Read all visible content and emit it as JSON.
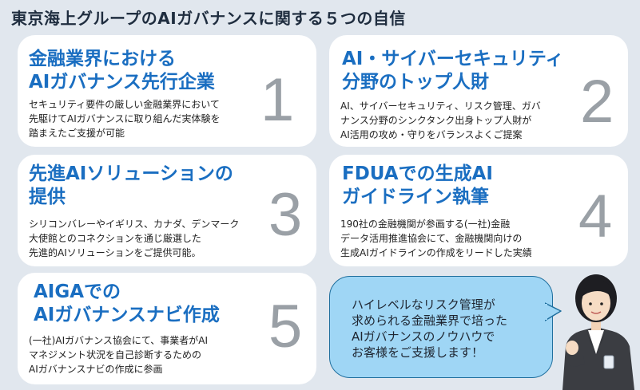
{
  "title": "東京海上グループのAIガバナンスに関する５つの自信",
  "cards": [
    {
      "heading_lines": [
        "金融業界における",
        "AIガバナンス先行企業"
      ],
      "number": "1",
      "body_lines": [
        "セキュリティ要件の厳しい金融業界において",
        "先駆けてAIガバナンスに取り組んだ実体験を",
        "踏まえたご支援が可能"
      ]
    },
    {
      "heading_lines": [
        "AI・サイバーセキュリティ",
        "分野のトップ人財"
      ],
      "number": "2",
      "body_lines": [
        "AI、サイバーセキュリティ、リスク管理、ガバ",
        "ナンス分野のシンクタンク出身トップ人財が",
        "AI活用の攻め・守りをバランスよくご提案"
      ]
    },
    {
      "heading_lines": [
        "先進AIソリューションの",
        "提供"
      ],
      "number": "3",
      "body_lines": [
        "シリコンバレーやイギリス、カナダ、デンマーク",
        "大使館とのコネクションを通じ厳選した",
        "先進的AIソリューションをご提供可能。"
      ]
    },
    {
      "heading_lines": [
        "FDUAでの生成AI",
        "ガイドライン執筆"
      ],
      "number": "4",
      "body_lines": [
        "190社の金融機関が参画する(一社)金融",
        "データ活用推進協会にて、金融機関向けの",
        "生成AIガイドラインの作成をリードした実績"
      ]
    },
    {
      "heading_lines": [
        "AIGAでの",
        "AIガバナンスナビ作成"
      ],
      "number": "5",
      "body_lines": [
        "(一社)AIガバナンス協会にて、事業者がAI",
        "マネジメント状況を自己診断するための",
        "AIガバナンスナビの作成に参画"
      ]
    }
  ],
  "bubble_lines": [
    "ハイレベルなリスク管理が",
    "求められる金融業界で培った",
    "AIガバナンスのノウハウで",
    "お客様をご支援します！"
  ],
  "colors": {
    "background": "#e1e7ee",
    "heading": "#1a6ec1",
    "bubble": "#9fd6f5",
    "bubble_border": "#1f6f9e"
  }
}
